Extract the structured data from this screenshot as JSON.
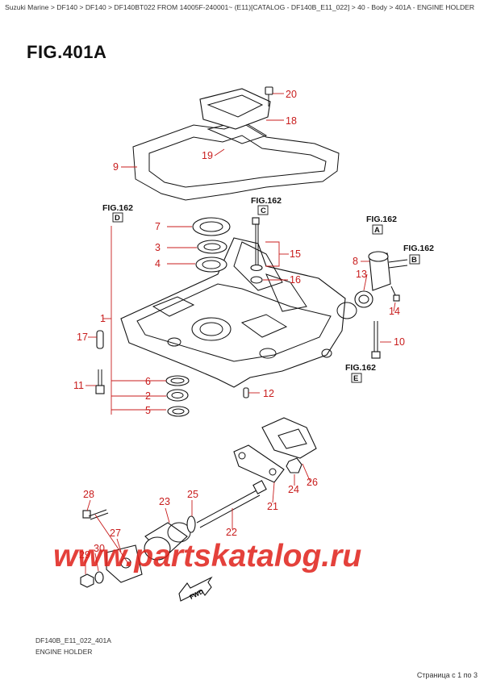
{
  "breadcrumb": "Suzuki Marine > DF140 > DF140 > DF140BT022 FROM 14005F-240001~ (E11)[CATALOG - DF140B_E11_022] > 40 - Body > 401A - ENGINE HOLDER",
  "figure_title": "FIG.401A",
  "catalog_code": "DF140B_E11_022_401A",
  "caption": "ENGINE HOLDER",
  "pager": "Страница с 1 по 3",
  "watermark": "www.partskatalog.ru",
  "fwd_label": "FWD",
  "fig_refs": [
    {
      "text": "FIG.162",
      "letter": "D"
    },
    {
      "text": "FIG.162",
      "letter": "C"
    },
    {
      "text": "FIG.162",
      "letter": "A"
    },
    {
      "text": "FIG.162",
      "letter": "B"
    },
    {
      "text": "FIG.162",
      "letter": "E"
    }
  ],
  "callouts": [
    "1",
    "2",
    "3",
    "4",
    "5",
    "6",
    "7",
    "8",
    "9",
    "10",
    "11",
    "12",
    "13",
    "14",
    "15",
    "16",
    "17",
    "18",
    "19",
    "20",
    "21",
    "22",
    "23",
    "24",
    "25",
    "26",
    "27",
    "28",
    "29",
    "30"
  ],
  "colors": {
    "callout": "#c81c1c",
    "watermark": "#e0201a",
    "line": "#111111"
  }
}
